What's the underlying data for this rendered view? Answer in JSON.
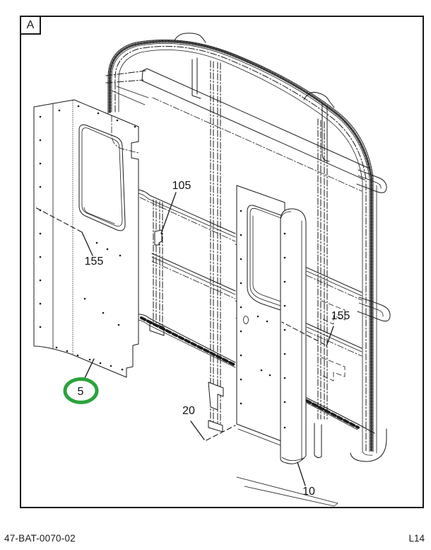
{
  "page": {
    "frame_label": "A",
    "footer_left": "47-BAT-0070-02",
    "footer_right": "L14"
  },
  "colors": {
    "line": "#1a1a1a",
    "highlight": "#2ba33c",
    "background": "#ffffff"
  },
  "callouts": {
    "c105": {
      "label": "105",
      "circled": false
    },
    "c155_left": {
      "label": "155",
      "circled": false
    },
    "c5": {
      "label": "5",
      "circled": true
    },
    "c20": {
      "label": "20",
      "circled": false
    },
    "c10": {
      "label": "10",
      "circled": false
    },
    "c155_right": {
      "label": "155",
      "circled": false
    }
  }
}
